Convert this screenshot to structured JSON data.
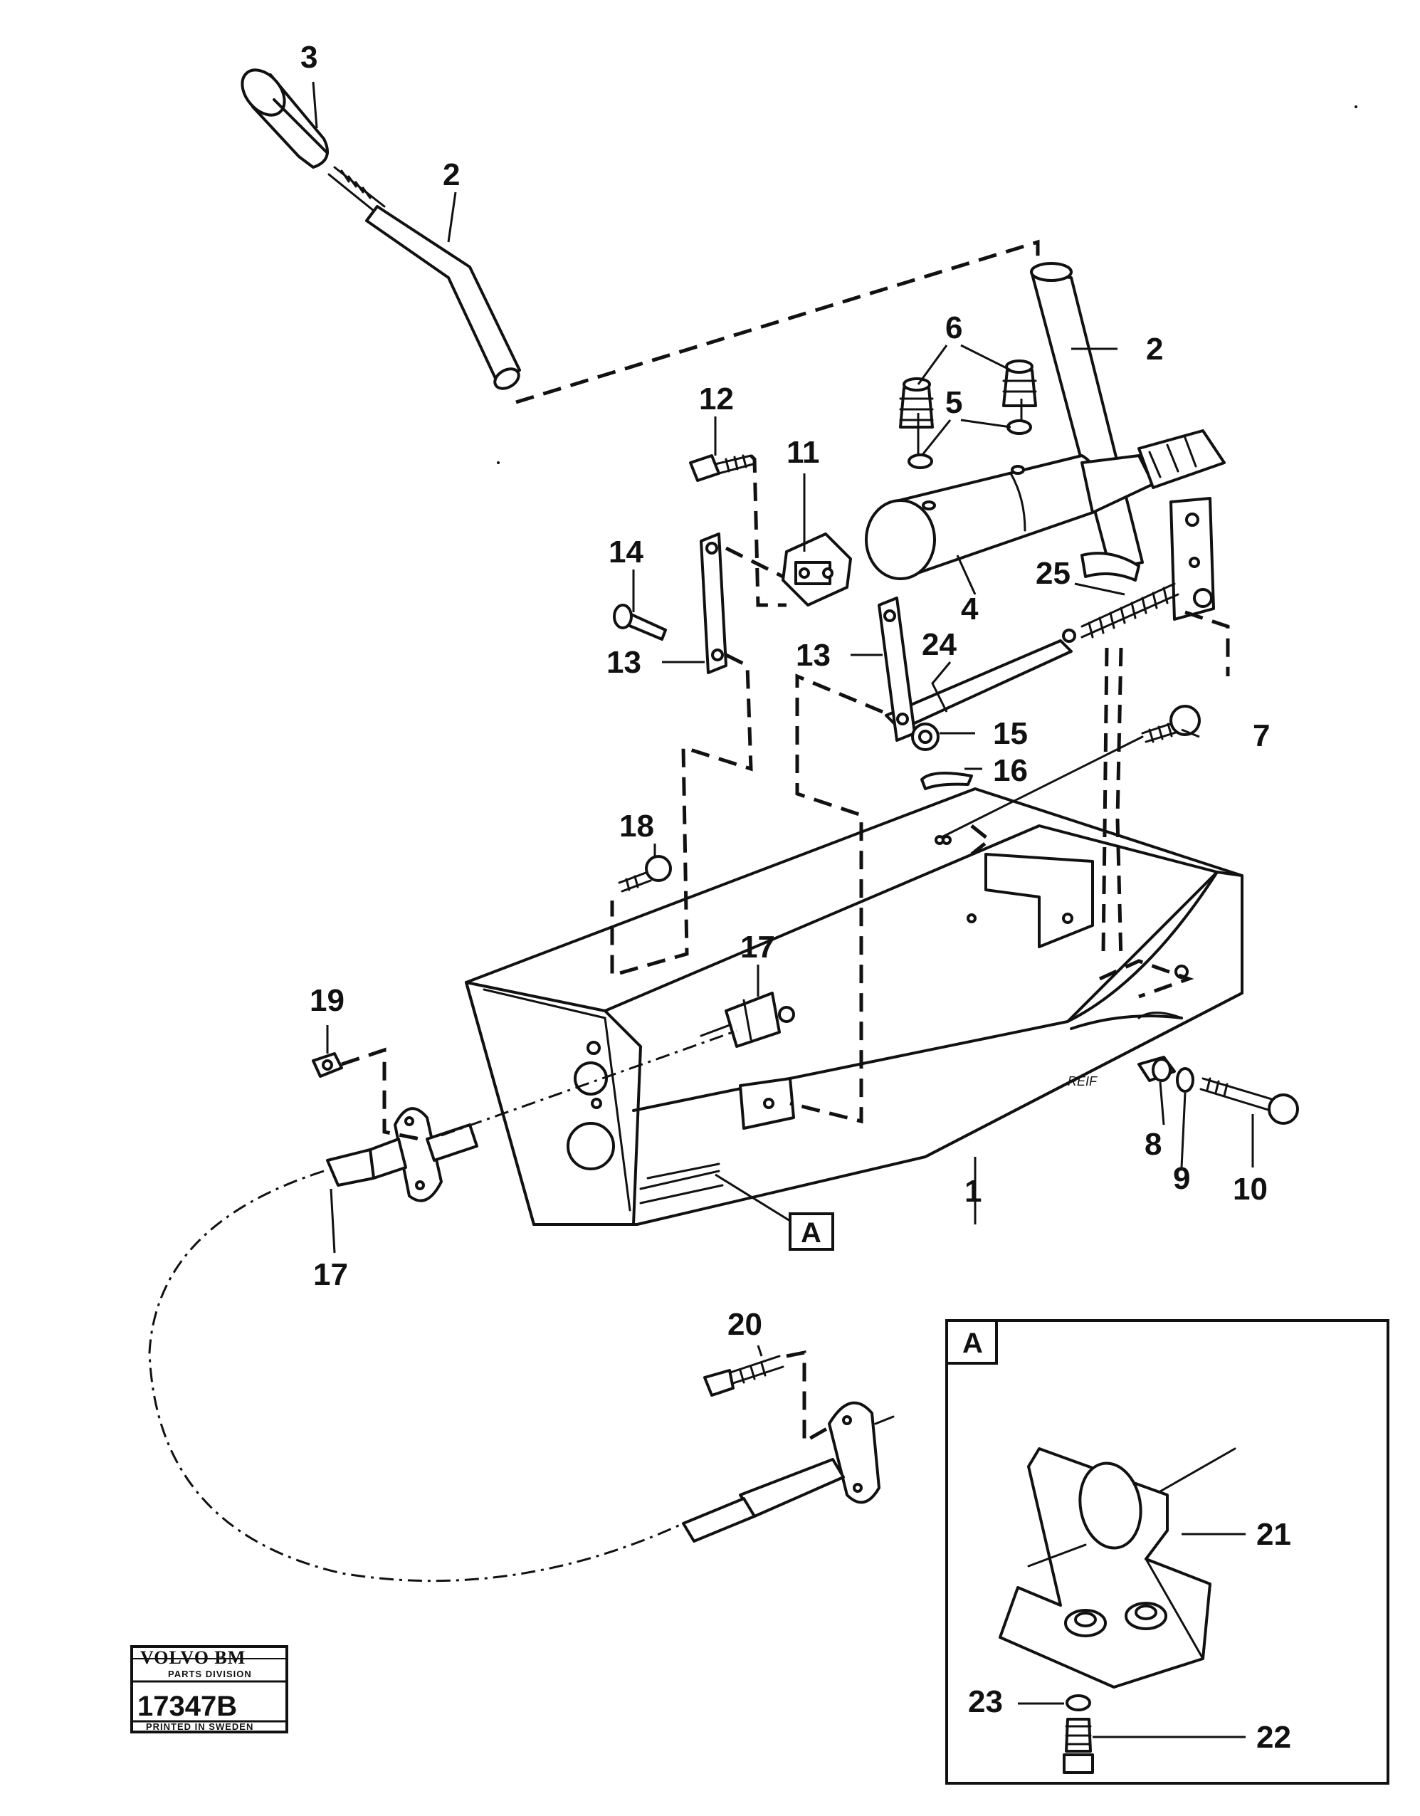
{
  "callouts": {
    "c1": "1",
    "c2a": "2",
    "c2b": "2",
    "c3": "3",
    "c4": "4",
    "c5": "5",
    "c6": "6",
    "c7": "7",
    "c8": "8",
    "c9": "9",
    "c10": "10",
    "c11": "11",
    "c12": "12",
    "c13a": "13",
    "c13b": "13",
    "c14": "14",
    "c15": "15",
    "c16": "16",
    "c17a": "17",
    "c17b": "17",
    "c18": "18",
    "c19": "19",
    "c20": "20",
    "c21": "21",
    "c22": "22",
    "c23": "23",
    "c24": "24",
    "c25": "25"
  },
  "detail_ref": {
    "marker": "A",
    "inset_label": "A"
  },
  "maker_mark": "REIF",
  "stamp": {
    "brand": "VOLVO BM",
    "division": "PARTS DIVISION",
    "number": "17347B",
    "printed": "PRINTED IN SWEDEN"
  }
}
